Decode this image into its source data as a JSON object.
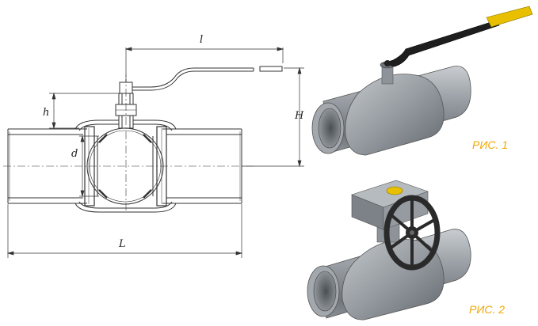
{
  "drawing": {
    "dim_l_top": "l",
    "dim_h": "h",
    "dim_H": "H",
    "dim_d": "d",
    "dim_L": "L"
  },
  "figures": {
    "fig1_caption": "РИС. 1",
    "fig2_caption": "РИС. 2"
  },
  "colors": {
    "line": "#333333",
    "metal": "#8e9499",
    "handle": "#1e1e1e",
    "grip": "#e8c000",
    "caption": "#f0a800"
  }
}
